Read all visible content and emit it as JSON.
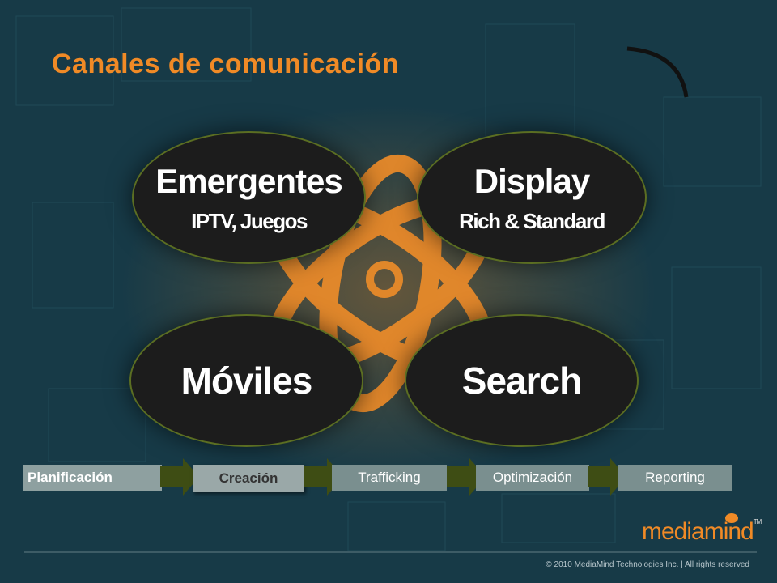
{
  "title": "Canales de comunicación",
  "channels": [
    {
      "main": "Emergentes",
      "sub": "IPTV, Juegos"
    },
    {
      "main": "Display",
      "sub": "Rich & Standard"
    },
    {
      "main": "Móviles",
      "sub": ""
    },
    {
      "main": "Search",
      "sub": ""
    }
  ],
  "steps": [
    "Planificación",
    "Creación",
    "Trafficking",
    "Optimización",
    "Reporting"
  ],
  "footer": {
    "logo_text": "mediamind",
    "trademark": "TM",
    "copyright": "© 2010 MediaMind Technologies Inc. | All rights reserved"
  },
  "colors": {
    "accent": "#f08a26",
    "background": "#173a47",
    "oval": "#1c1c1c",
    "arrow": "#3e4d14"
  }
}
